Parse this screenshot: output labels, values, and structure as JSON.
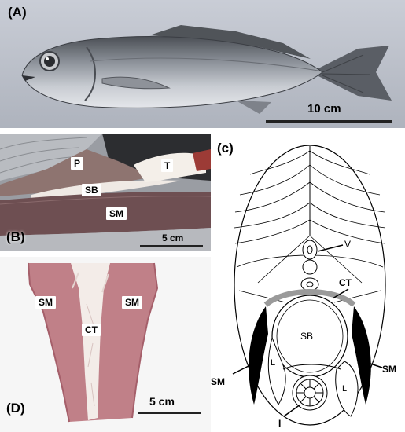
{
  "panels": {
    "a": {
      "label": "(A)",
      "scale_text": "10 cm"
    },
    "b": {
      "label": "(B)",
      "scale_text": "5 cm",
      "tags": {
        "p": "P",
        "t": "T",
        "sb": "SB",
        "sm": "SM"
      }
    },
    "c": {
      "label": "(c)",
      "labels": {
        "v": "V",
        "ct": "CT",
        "sb": "SB",
        "sm_left": "SM",
        "sm_right": "SM",
        "l_left": "L",
        "l_right": "L",
        "i": "I"
      }
    },
    "d": {
      "label": "(D)",
      "scale_text": "5 cm",
      "tags": {
        "sm_left": "SM",
        "sm_right": "SM",
        "ct": "CT"
      }
    }
  },
  "colors": {
    "muscle": "#b5707e",
    "connective": "#f3e9e6",
    "dark_muscle": "#000000",
    "ct_outline": "#9a9a9a"
  }
}
